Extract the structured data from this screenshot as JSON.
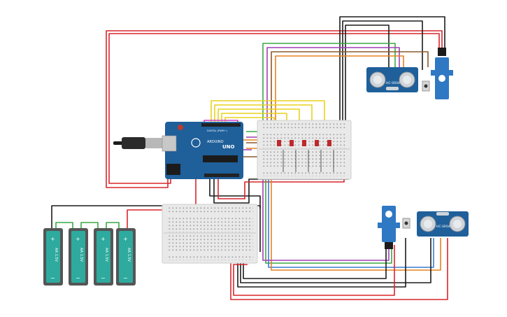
{
  "arduino": {
    "brand": "UNO",
    "model": "ARDUINO",
    "header_label": "DIGITAL (PWM~)",
    "color": "#1f5f9a"
  },
  "sensors": {
    "top_label": "HC-SR04",
    "bottom_label": "HC-SR04"
  },
  "batteries": {
    "label": "AA 1.5V",
    "plus": "+",
    "minus": "−",
    "color": "#2eaa9e"
  },
  "wire_colors": {
    "red": "#d8262c",
    "black": "#1b1b1b",
    "yellow": "#e8d21d",
    "green": "#3aa845",
    "purple": "#a13fb5",
    "orange": "#e8821e",
    "brown": "#8b5a2b",
    "blue": "#3a7bd5",
    "magenta": "#d23bc4"
  }
}
